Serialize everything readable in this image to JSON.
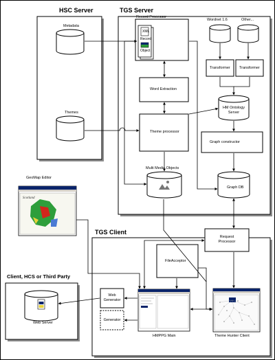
{
  "diagram": {
    "groups": {
      "hsc": "HSC Server",
      "tgs": "TGS Server",
      "client": "TGS Client",
      "third": "Client, HCS or Third Party"
    },
    "nodes": {
      "metadata": "Metadata",
      "themes": "Themes",
      "record_processor": "Record Processor",
      "xml": "XML",
      "record": "Record",
      "object": "Object",
      "wordnet": "Wordnet 1.6",
      "other": "Other...",
      "transformer_1": "Transformer",
      "transformer_2": "Transformer",
      "word_extraction": "Word Extraction",
      "hm_ontology": "HM Ontology\nServer",
      "theme_processor": "Theme processor",
      "graph_constructor": "Graph constructor",
      "multimedia": "Multi Media Objects",
      "graph_db": "Graph DB",
      "geomap_editor": "GeoMap Editor",
      "request_processor": "Request\nProcessor",
      "file_acceptor": "FileAcceptor",
      "web_generator": "Web\nGenerator",
      "generator": "Generator",
      "hmppg_main": "HMPPG Main",
      "theme_hunter": "Theme Hunter Client",
      "web_server": "Web Server"
    },
    "colors": {
      "line": "#000000",
      "shadow": "#8c8c8c",
      "background": "#ffffff",
      "screenshot_blue": "#0a246a",
      "map_green": "#2e9e3b",
      "map_red": "#d0261c",
      "map_yellow": "#e8d33a"
    }
  }
}
